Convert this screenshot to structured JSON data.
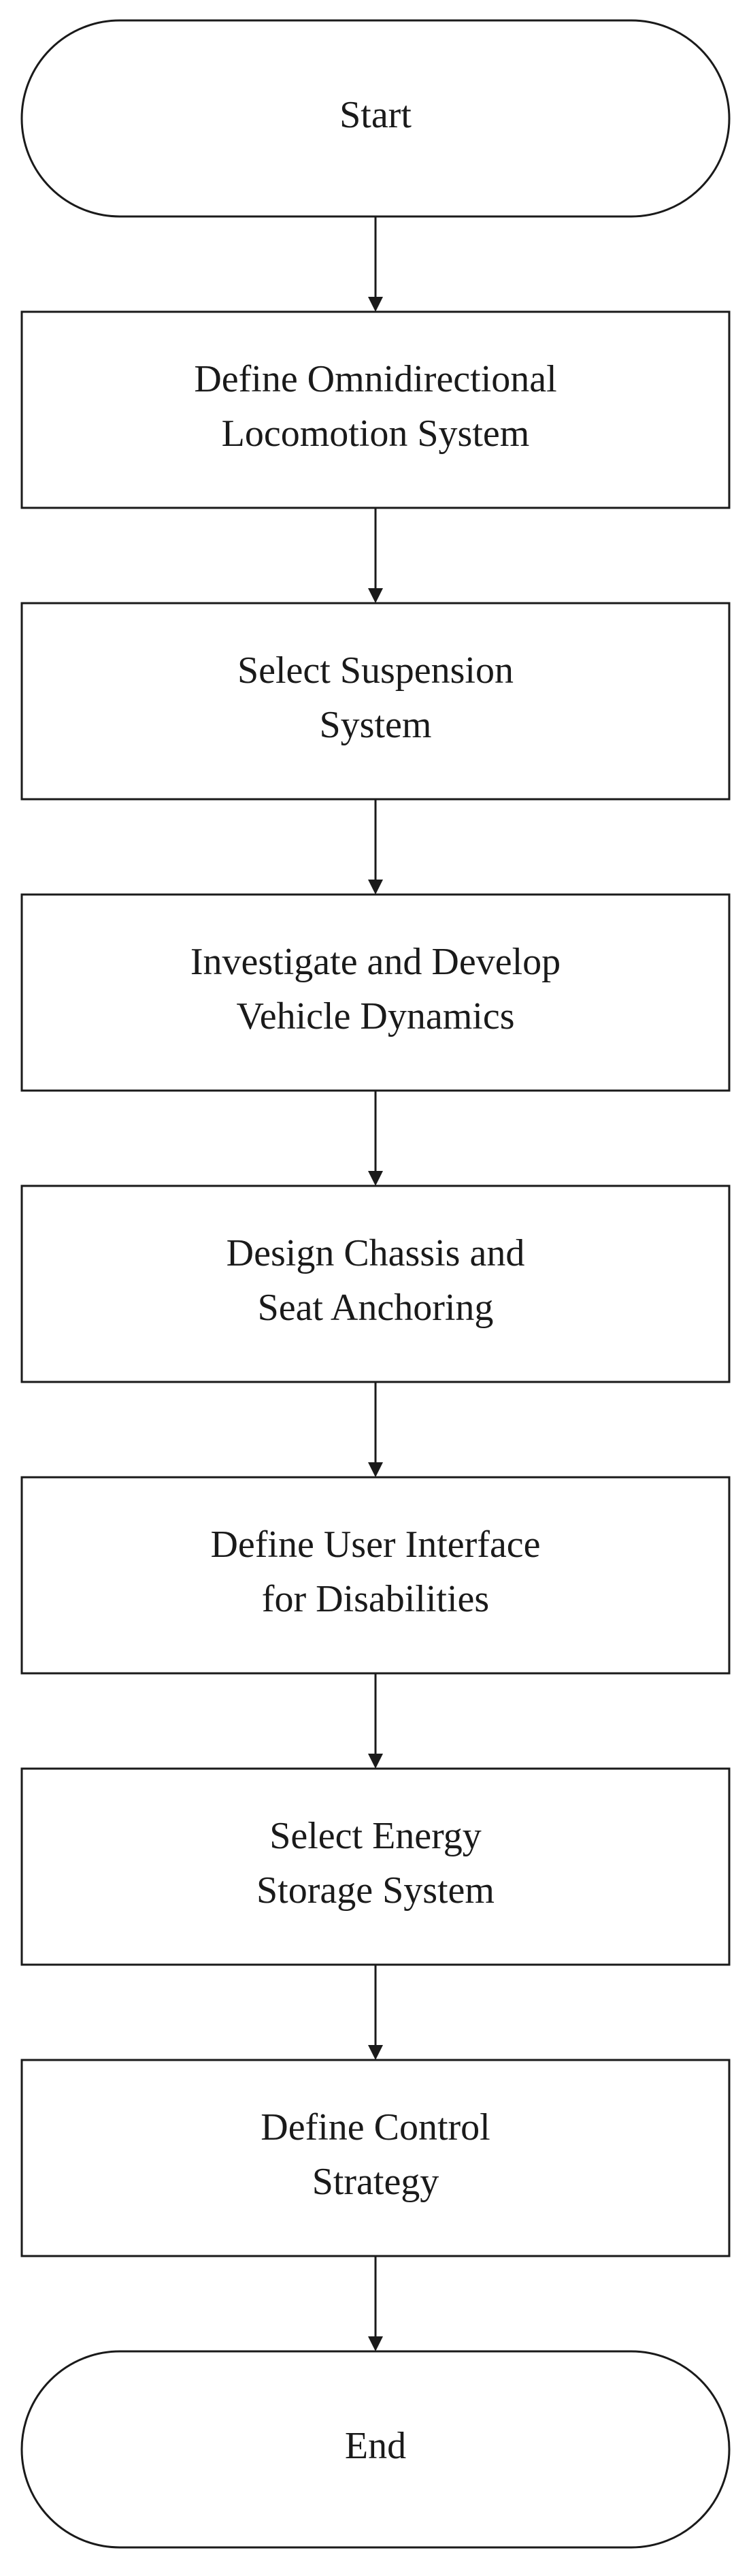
{
  "diagram": {
    "nodes": [
      {
        "id": "start",
        "shape": "terminal",
        "lines": [
          "Start"
        ]
      },
      {
        "id": "step-1",
        "shape": "process",
        "lines": [
          "Define Omnidirectional",
          "Locomotion System"
        ]
      },
      {
        "id": "step-2",
        "shape": "process",
        "lines": [
          "Select Suspension",
          "System"
        ]
      },
      {
        "id": "step-3",
        "shape": "process",
        "lines": [
          "Investigate and Develop",
          "Vehicle Dynamics"
        ]
      },
      {
        "id": "step-4",
        "shape": "process",
        "lines": [
          "Design Chassis and",
          "Seat Anchoring"
        ]
      },
      {
        "id": "step-5",
        "shape": "process",
        "lines": [
          "Define User Interface",
          "for Disabilities"
        ]
      },
      {
        "id": "step-6",
        "shape": "process",
        "lines": [
          "Select Energy",
          "Storage System"
        ]
      },
      {
        "id": "step-7",
        "shape": "process",
        "lines": [
          "Define Control",
          "Strategy"
        ]
      },
      {
        "id": "end",
        "shape": "terminal",
        "lines": [
          "End"
        ]
      }
    ],
    "edges": [
      {
        "from": "start",
        "to": "step-1"
      },
      {
        "from": "step-1",
        "to": "step-2"
      },
      {
        "from": "step-2",
        "to": "step-3"
      },
      {
        "from": "step-3",
        "to": "step-4"
      },
      {
        "from": "step-4",
        "to": "step-5"
      },
      {
        "from": "step-5",
        "to": "step-6"
      },
      {
        "from": "step-6",
        "to": "step-7"
      },
      {
        "from": "step-7",
        "to": "end"
      }
    ],
    "colors": {
      "stroke": "#1a1a1a",
      "fill": "#ffffff",
      "text": "#1a1a1a"
    }
  }
}
